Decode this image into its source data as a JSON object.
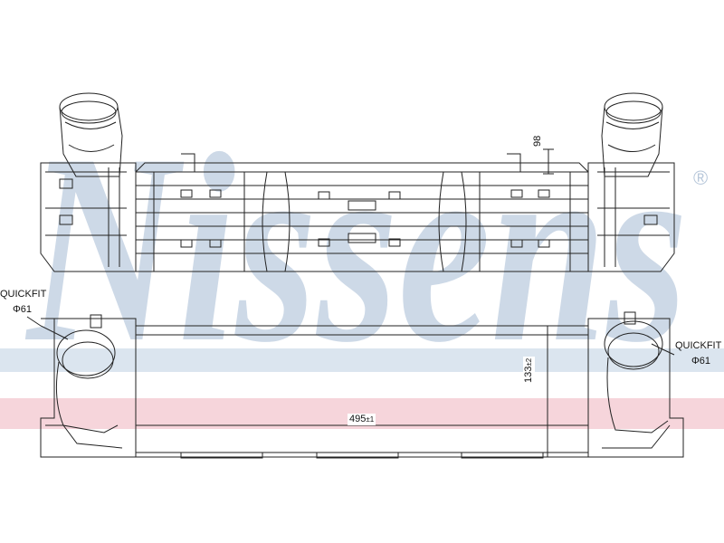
{
  "brand": {
    "watermark_text": "Nissens",
    "registered_mark": "®",
    "watermark_color": "#c4d3e4",
    "stripe_color": "#f2c7cf"
  },
  "labels": {
    "left_port_name": "QUICKFIT",
    "left_port_size": "Φ61",
    "right_port_name": "QUICKFIT",
    "right_port_size": "Φ61"
  },
  "dimensions": {
    "length": "495",
    "length_tol": "±1",
    "height": "133",
    "height_tol": "±2",
    "depth": "98"
  },
  "colors": {
    "line": "#222222",
    "background": "#ffffff"
  }
}
